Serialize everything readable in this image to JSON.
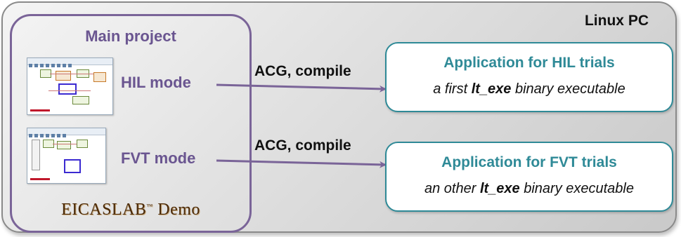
{
  "container": {
    "label": "Linux PC"
  },
  "main_project": {
    "title": "Main project",
    "modes": [
      {
        "label": "HIL mode"
      },
      {
        "label": "FVT mode"
      }
    ],
    "brand": {
      "name": "EICASLAB",
      "trademark": "™",
      "suffix": " Demo"
    }
  },
  "edges": [
    {
      "label": "ACG, compile"
    },
    {
      "label": "ACG, compile"
    }
  ],
  "applications": [
    {
      "title": "Application for HIL trials",
      "desc_pre": "a first ",
      "desc_bold": "lt_exe",
      "desc_post": " binary executable"
    },
    {
      "title": "Application for FVT trials",
      "desc_pre": "an other ",
      "desc_bold": "lt_exe",
      "desc_post": " binary executable"
    }
  ],
  "colors": {
    "purple": "#6a5590",
    "teal": "#2f8a97",
    "arrow": "#7a6498"
  }
}
